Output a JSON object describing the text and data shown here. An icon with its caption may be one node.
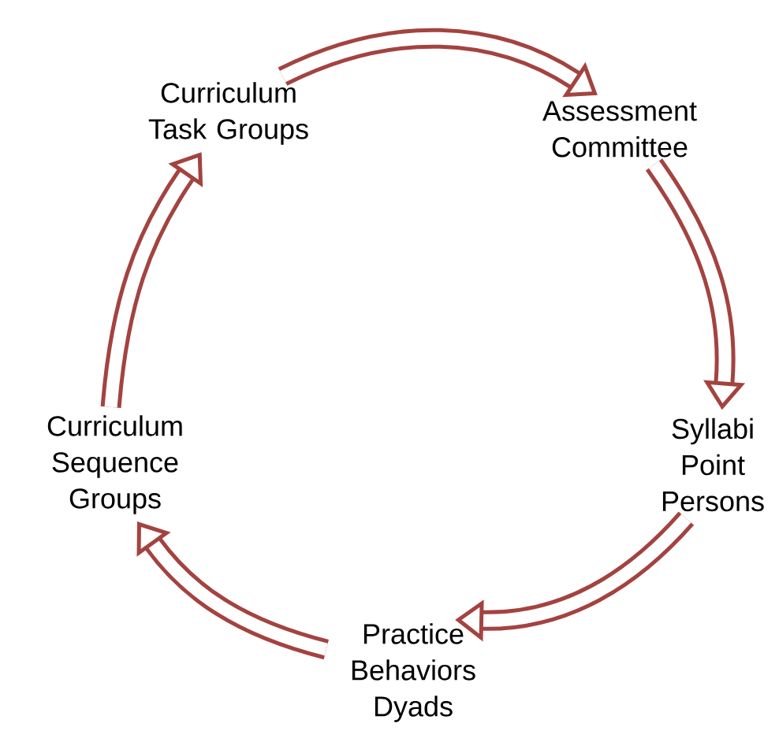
{
  "diagram": {
    "nodes": [
      {
        "text": [
          "Curriculum Task Groups"
        ]
      },
      {
        "text": [
          "Assessment Committee"
        ]
      },
      {
        "text": [
          "Syllabi Point Persons"
        ]
      },
      {
        "text": [
          "Practice Behaviors Dyads"
        ]
      },
      {
        "text": [
          "Curriculum Sequence Groups"
        ]
      }
    ],
    "edges": [
      {
        "from": 0,
        "to": 1,
        "arrow": "to"
      },
      {
        "from": 1,
        "to": 2,
        "arrow": "to"
      },
      {
        "from": 2,
        "to": 3,
        "arrow": "to"
      },
      {
        "from": 3,
        "to": 4,
        "arrow": "to"
      },
      {
        "from": 4,
        "to": 0,
        "arrow": "to"
      }
    ]
  }
}
